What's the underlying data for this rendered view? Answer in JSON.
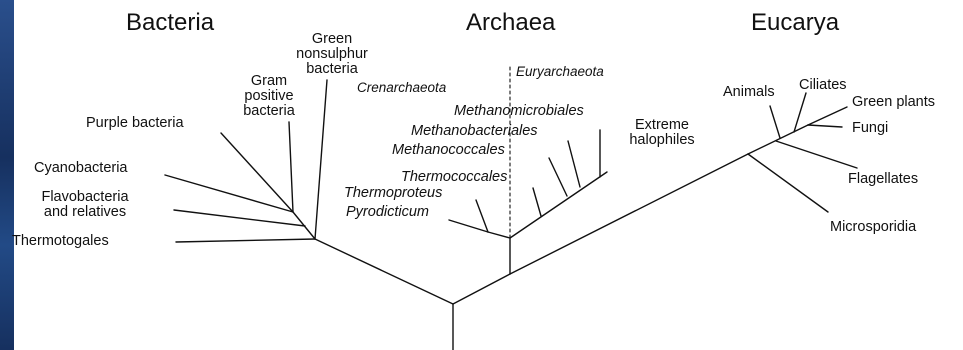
{
  "domains": {
    "bacteria": "Bacteria",
    "archaea": "Archaea",
    "eucarya": "Eucarya"
  },
  "bacteria": {
    "green_nonsulphur": [
      "Green",
      "nonsulphur",
      "bacteria"
    ],
    "gram_positive": [
      "Gram",
      "positive",
      "bacteria"
    ],
    "purple": "Purple bacteria",
    "cyanobacteria": "Cyanobacteria",
    "flavobacteria": [
      "Flavobacteria",
      "and relatives"
    ],
    "thermotogales": "Thermotogales"
  },
  "archaea": {
    "crenarchaeota": "Crenarchaeota",
    "euryarchaeota": "Euryarchaeota",
    "methanomicrobiales": "Methanomicrobiales",
    "methanobacteriales": "Methanobacteriales",
    "methanococcales": "Methanococcales",
    "thermococcales": "Thermococcales",
    "thermoproteus": "Thermoproteus",
    "pyrodicticum": "Pyrodicticum",
    "extreme_halophiles": [
      "Extreme",
      "halophiles"
    ]
  },
  "eucarya": {
    "animals": "Animals",
    "ciliates": "Ciliates",
    "green_plants": "Green plants",
    "fungi": "Fungi",
    "flagellates": "Flagellates",
    "microsporidia": "Microsporidia"
  }
}
